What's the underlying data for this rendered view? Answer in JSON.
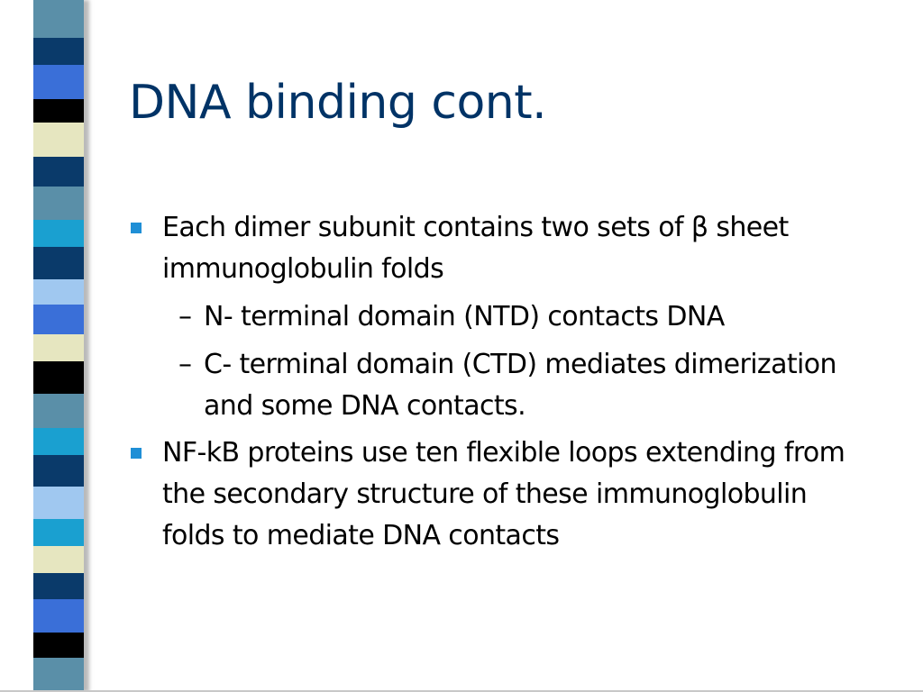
{
  "slide": {
    "title": "DNA binding cont.",
    "bullets": [
      {
        "text": "Each dimer subunit contains two sets of β sheet immunoglobulin folds",
        "subitems": [
          {
            "dash": "–",
            "text": "N- terminal domain (NTD) contacts DNA"
          },
          {
            "dash": "–",
            "text": "C- terminal domain (CTD) mediates dimerization and some DNA contacts."
          }
        ]
      },
      {
        "text": "NF-kB proteins use ten flexible loops extending from the secondary structure of these immunoglobulin folds to mediate DNA contacts"
      }
    ]
  },
  "colors": {
    "title": "#003366",
    "bullet_marker": "#1f8fd6",
    "stripe_bands": [
      "#5a8fa8",
      "#0a3a6a",
      "#3a6fd8",
      "#000000",
      "#e6e6c0",
      "#0a3a6a",
      "#5a8fa8",
      "#1aa0d0",
      "#0a3a6a",
      "#a0c8f0",
      "#3a6fd8",
      "#e6e6c0",
      "#000000",
      "#5a8fa8",
      "#1aa0d0",
      "#0a3a6a",
      "#a0c8f0",
      "#1aa0d0",
      "#e6e6c0",
      "#0a3a6a",
      "#3a6fd8",
      "#000000",
      "#5a8fa8"
    ]
  }
}
